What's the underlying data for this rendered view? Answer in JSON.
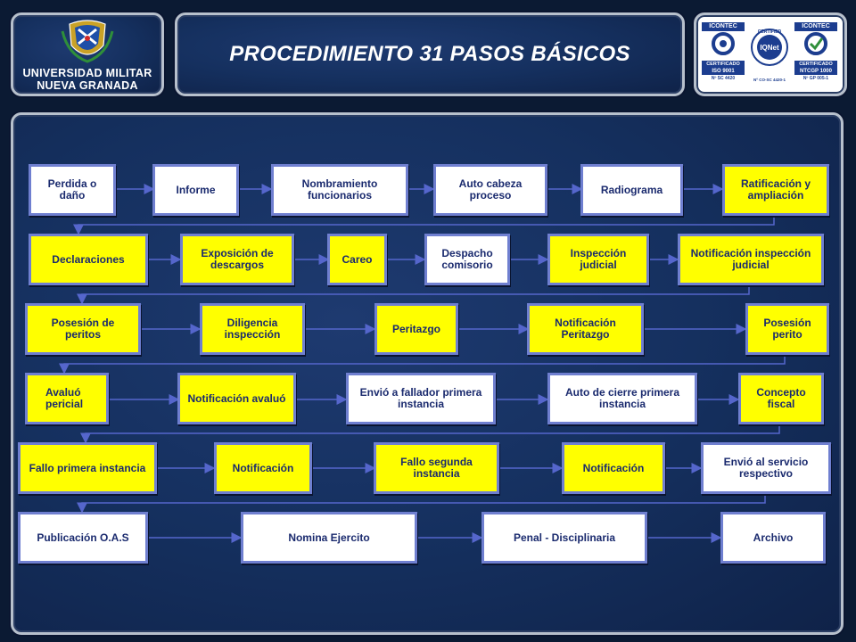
{
  "header": {
    "title": "PROCEDIMIENTO  31 PASOS BÁSICOS",
    "logo": {
      "name": "university-crest-icon",
      "line1": "UNIVERSIDAD MILITAR",
      "line2": "NUEVA GRANADA"
    },
    "certs": [
      {
        "icon": "icontec-iso9001-seal-icon",
        "top": "ICONTEC",
        "mid": "CERTIFICADO",
        "code": "ISO 9001",
        "num": "Nº SC 4420"
      },
      {
        "icon": "iqnet-seal-icon",
        "top": "CERTIFIED",
        "mid": "IQNet",
        "code": "",
        "num": "Nº CO-SC 4420-1"
      },
      {
        "icon": "icontec-ntcgp1000-seal-icon",
        "top": "ICONTEC",
        "mid": "CERTIFICADO",
        "code": "NTCGP 1000",
        "num": "Nº GP 005-1"
      }
    ]
  },
  "steps": {
    "r1": [
      "Perdida o daño",
      "Informe",
      "Nombramiento funcionarios",
      "Auto cabeza proceso",
      "Radiograma",
      "Ratificación  y ampliación"
    ],
    "r2": [
      "Declaraciones",
      "Exposición  de descargos",
      "Careo",
      "Despacho comisorio",
      "Inspección judicial",
      "Notificación inspección judicial"
    ],
    "r3": [
      "Posesión de peritos",
      "Diligencia inspección",
      "Peritazgo",
      "Notificación Peritazgo",
      "Posesión perito"
    ],
    "r4": [
      "Avaluó pericial",
      "Notificación avaluó",
      "Envió a fallador primera instancia",
      "Auto de cierre primera instancia",
      "Concepto fiscal"
    ],
    "r5": [
      "Fallo primera instancia",
      "Notificación",
      "Fallo segunda instancia",
      "Notificación",
      "Envió al servicio respectivo"
    ],
    "r6": [
      "Publicación O.A.S",
      "Nomina Ejercito",
      "Penal - Disciplinaria",
      "Archivo"
    ]
  },
  "colors": {
    "yellow": "#ffff00",
    "white": "#ffffff",
    "text": "#1a2a6e",
    "border": "#6f7fd0",
    "connector": "#5566cc",
    "background": "#15305f"
  }
}
